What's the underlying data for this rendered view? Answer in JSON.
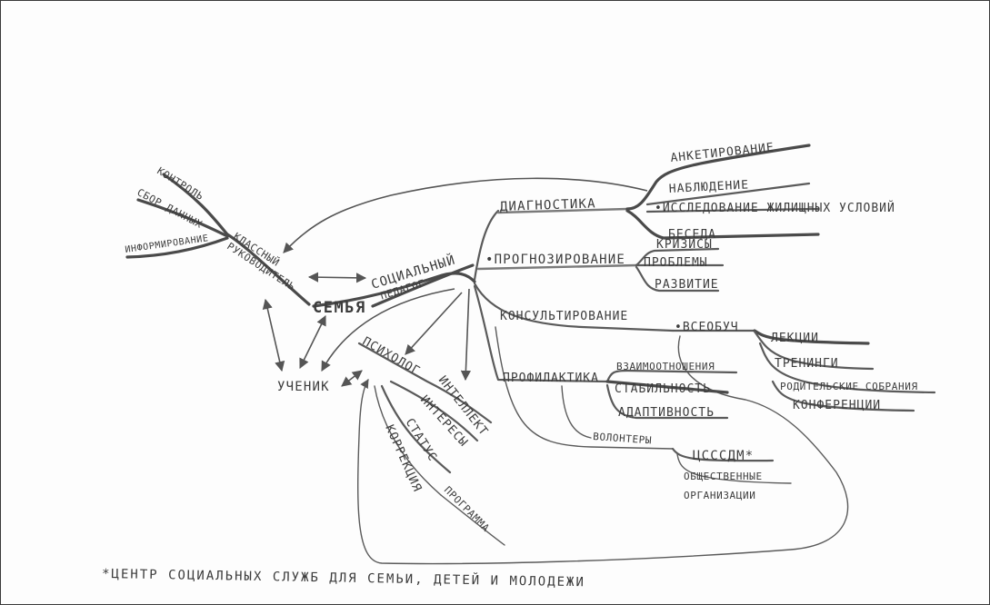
{
  "center": {
    "label": "СЕМЬЯ"
  },
  "social_pedagog": {
    "line1": "СОЦИАЛЬНЫЙ",
    "line2": "ПЕДАГОГ"
  },
  "student": {
    "label": "УЧЕНИК"
  },
  "class_teacher": {
    "line1": "КЛАССНЫЙ",
    "line2": "РУКОВОДИТЕЛЬ",
    "items": [
      "КОНТРОЛЬ",
      "СБОР ДАННЫХ",
      "ИНФОРМИРОВАНИЕ"
    ]
  },
  "diagnostics": {
    "label": "ДИАГНОСТИКА",
    "items": [
      "АНКЕТИРОВАНИЕ",
      "НАБЛЮДЕНИЕ",
      "•ИССЛЕДОВАНИЕ ЖИЛИЩНЫХ УСЛОВИЙ",
      "БЕСЕДА"
    ]
  },
  "forecasting": {
    "label": "•ПРОГНОЗИРОВАНИЕ",
    "items": [
      "КРИЗИСЫ",
      "ПРОБЛЕМЫ",
      "РАЗВИТИЕ"
    ]
  },
  "consulting": {
    "label": "КОНСУЛЬТИРОВАНИЕ",
    "vseobuch": "•ВСЕОБУЧ",
    "items": [
      "ЛЕКЦИИ",
      "ТРЕНИНГИ",
      "РОДИТЕЛЬСКИЕ СОБРАНИЯ",
      "КОНФЕРЕНЦИИ"
    ]
  },
  "prevention": {
    "label": "ПРОФИЛАКТИКА",
    "items": [
      "ВЗАИМООТНОШЕНИЯ",
      "СТАБИЛЬНОСТЬ",
      "АДАПТИВНОСТЬ"
    ]
  },
  "volunteers": {
    "label": "ВОЛОНТЕРЫ",
    "center": "ЦСССДМ*",
    "public_orgs_line1": "ОБЩЕСТВЕННЫЕ",
    "public_orgs_line2": "ОРГАНИЗАЦИИ"
  },
  "psychologist": {
    "label": "ПСИХОЛОГ",
    "items": [
      "ИНТЕЛЛЕКТ",
      "ИНТЕРЕСЫ",
      "СТАТУС",
      "КОРРЕКЦИЯ",
      "ПРОГРАММА"
    ]
  },
  "footnote": "*ЦЕНТР СОЦИАЛЬНЫХ СЛУЖБ ДЛЯ СЕМЬИ, ДЕТЕЙ И МОЛОДЕЖИ"
}
